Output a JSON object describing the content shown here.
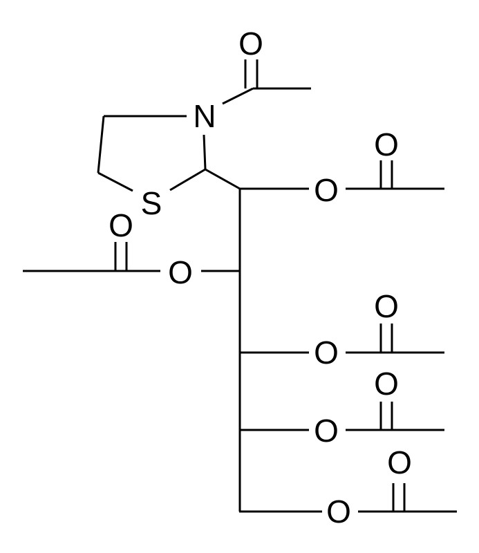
{
  "molecule": {
    "atoms": {
      "n": "N",
      "s": "S",
      "o_n_carbonyl": "O",
      "o_ester1_single": "O",
      "o_ester1_carbonyl": "O",
      "o_ester2_single": "O",
      "o_ester2_carbonyl": "O",
      "o_ester3_single": "O",
      "o_ester3_carbonyl": "O",
      "o_ester4_single": "O",
      "o_ester4_carbonyl": "O",
      "o_ester5_single": "O",
      "o_ester5_carbonyl": "O"
    },
    "colors": {
      "ink": "#000000",
      "background": "#ffffff"
    }
  }
}
